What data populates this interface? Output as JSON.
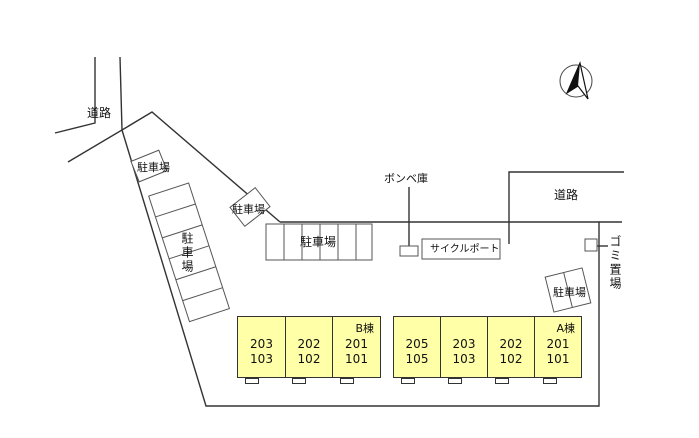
{
  "labels": {
    "road_top_left": "道路",
    "road_right": "道路",
    "parking_1": "駐車場",
    "parking_2": "駐車場",
    "parking_3": "駐車場",
    "parking_4": "駐車場",
    "parking_5": "駐車場",
    "gas_storage": "ボンベ庫",
    "bicycle_port": "サイクルポート",
    "garbage_area": "ゴミ置場"
  },
  "buildings": [
    {
      "name": "B棟",
      "units": [
        {
          "upper": "203",
          "lower": "103"
        },
        {
          "upper": "202",
          "lower": "102"
        },
        {
          "upper": "201",
          "lower": "101"
        }
      ]
    },
    {
      "name": "A棟",
      "units": [
        {
          "upper": "205",
          "lower": "105"
        },
        {
          "upper": "203",
          "lower": "103"
        },
        {
          "upper": "202",
          "lower": "102"
        },
        {
          "upper": "201",
          "lower": "101"
        }
      ]
    }
  ],
  "colors": {
    "building_fill": "#ffffa8",
    "line": "#333333"
  },
  "compass_icon": "north-arrow-icon"
}
